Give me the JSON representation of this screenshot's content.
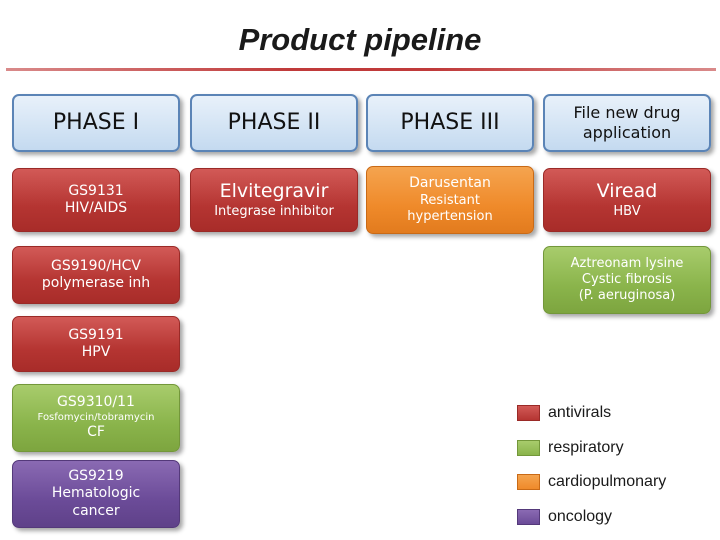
{
  "title": "Product pipeline",
  "phases": [
    "PHASE I",
    "PHASE II",
    "PHASE III",
    "File new drug application"
  ],
  "pipeline": {
    "gs9131": {
      "name": "GS9131",
      "desc": "HIV/AIDS"
    },
    "elvitegravir": {
      "name": "Elvitegravir",
      "desc": "Integrase inhibitor"
    },
    "darusentan": {
      "name": "Darusentan",
      "desc": "Resistant hypertension"
    },
    "viread": {
      "name": "Viread",
      "desc": "HBV"
    },
    "gs9190": {
      "name": "GS9190/HCV",
      "desc": "polymerase inh"
    },
    "aztreonam": {
      "name": "Aztreonam lysine",
      "desc": "Cystic fibrosis",
      "desc2": "(P. aeruginosa)"
    },
    "gs9191": {
      "name": "GS9191",
      "desc": "HPV"
    },
    "gs9310": {
      "name": "GS9310/11",
      "desc": "Fosfomycin/tobramycin",
      "desc2": "CF"
    },
    "gs9219": {
      "name": "GS9219",
      "desc": "Hematologic",
      "desc2": "cancer"
    }
  },
  "legend": [
    {
      "label": "antivirals",
      "color": "#c0403d"
    },
    {
      "label": "respiratory",
      "color": "#8ab44b"
    },
    {
      "label": "cardiopulmonary",
      "color": "#f28c28"
    },
    {
      "label": "oncology",
      "color": "#6b4b98"
    }
  ]
}
